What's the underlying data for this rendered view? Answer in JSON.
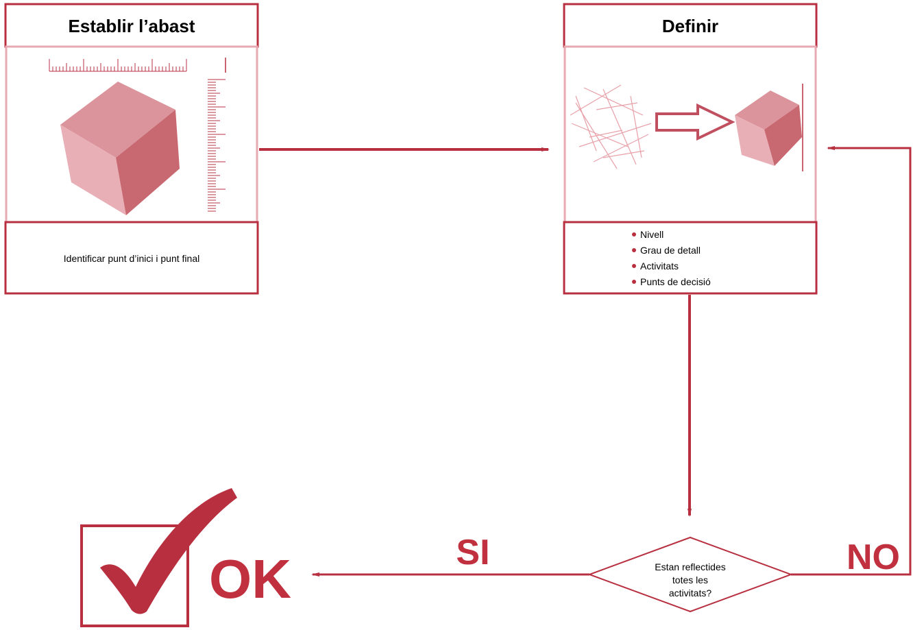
{
  "colors": {
    "accent": "#b83040",
    "pink_light": "#e6a8b0",
    "cube_top": "#dc949c",
    "cube_left": "#e8b0b6",
    "cube_right": "#c86870"
  },
  "step1": {
    "title": "Establir l’abast",
    "description": "Identificar punt d’inici i punt final"
  },
  "step2": {
    "title": "Definir",
    "bullets": [
      "Nivell",
      "Grau de detall",
      "Activitats",
      "Punts de decisió"
    ]
  },
  "decision": {
    "lines": [
      "Estan reflectides",
      "totes les",
      "activitats?"
    ]
  },
  "branches": {
    "yes": "SI",
    "no": "NO"
  },
  "result": {
    "label": "OK"
  }
}
